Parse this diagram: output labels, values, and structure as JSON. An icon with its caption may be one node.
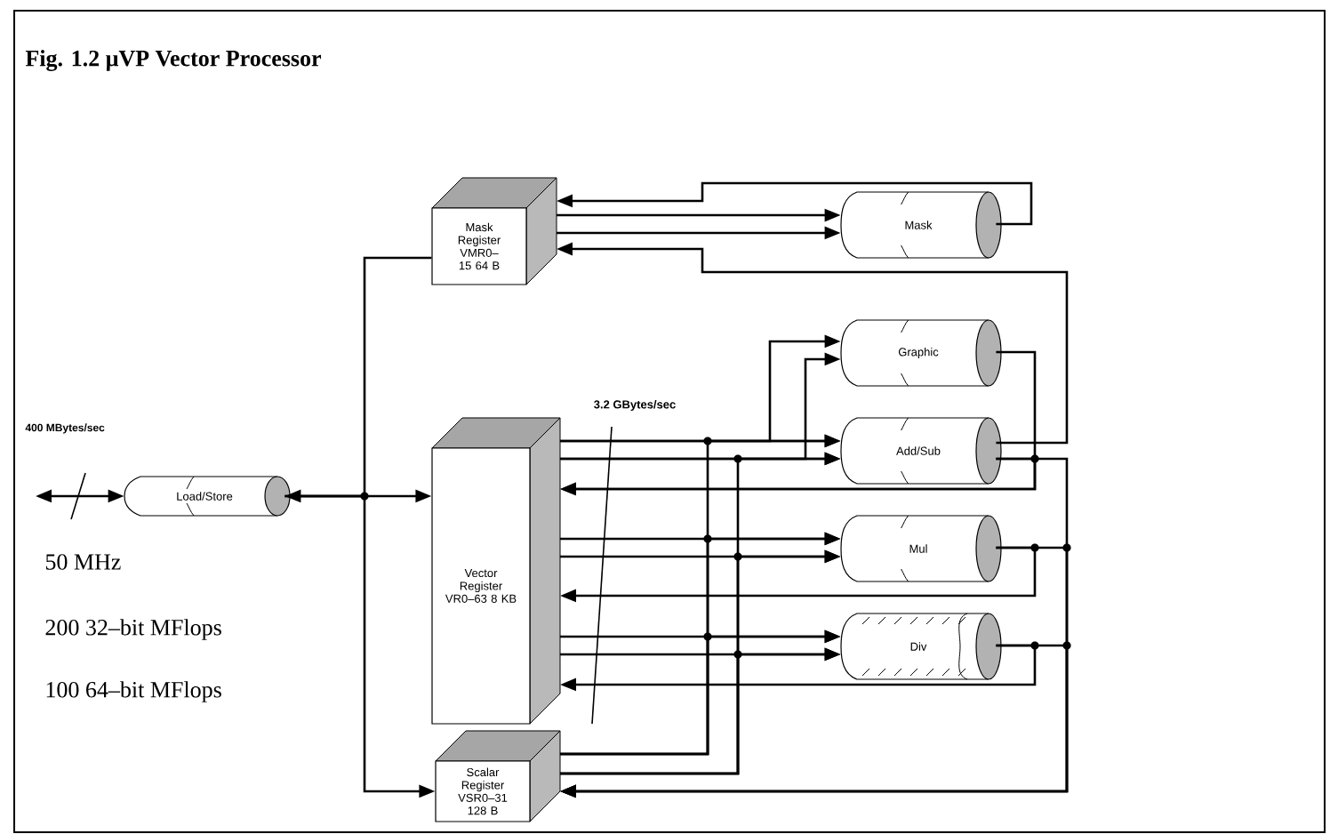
{
  "diagram": {
    "title": "Fig. 1.2 μVP Vector Processor",
    "nodes": [
      {
        "text": [
          "Mask Register VMR0–15 64 B"
        ]
      },
      {
        "text": [
          "Vector Register VR0–63 8 KB"
        ]
      },
      {
        "text": [
          "Scalar Register VSR0–31 128 B"
        ]
      },
      {
        "text": [
          "Load/Store"
        ]
      },
      {
        "text": [
          "Mask"
        ]
      },
      {
        "text": [
          "Graphic"
        ]
      },
      {
        "text": [
          "Add/Sub"
        ]
      },
      {
        "text": [
          "Mul"
        ]
      },
      {
        "text": [
          "Div"
        ]
      }
    ],
    "edges": [
      {
        "from": null,
        "to": 3,
        "arrow": "both"
      },
      {
        "from": 3,
        "to": 1,
        "arrow": "both"
      },
      {
        "from": 3,
        "to": 0,
        "arrow": "none"
      },
      {
        "from": 3,
        "to": 2,
        "arrow": "to"
      },
      {
        "from": 0,
        "to": 4,
        "arrow": "to"
      },
      {
        "from": 0,
        "to": 4,
        "arrow": "to"
      },
      {
        "from": 4,
        "to": 0,
        "arrow": "to"
      },
      {
        "from": 6,
        "to": 0,
        "arrow": "to"
      },
      {
        "from": 1,
        "to": 5,
        "arrow": "to"
      },
      {
        "from": 1,
        "to": 5,
        "arrow": "to"
      },
      {
        "from": 1,
        "to": 6,
        "arrow": "to"
      },
      {
        "from": 1,
        "to": 6,
        "arrow": "to"
      },
      {
        "from": 1,
        "to": 7,
        "arrow": "to"
      },
      {
        "from": 1,
        "to": 7,
        "arrow": "to"
      },
      {
        "from": 1,
        "to": 8,
        "arrow": "to"
      },
      {
        "from": 1,
        "to": 8,
        "arrow": "to"
      },
      {
        "from": 5,
        "to": 1,
        "arrow": "to"
      },
      {
        "from": 6,
        "to": 1,
        "arrow": "to"
      },
      {
        "from": 7,
        "to": 1,
        "arrow": "to"
      },
      {
        "from": 8,
        "to": 1,
        "arrow": "to"
      },
      {
        "from": 6,
        "to": 2,
        "arrow": "to"
      },
      {
        "from": 7,
        "to": 2,
        "arrow": "to"
      },
      {
        "from": 8,
        "to": 2,
        "arrow": "to"
      },
      {
        "from": 2,
        "to": 6,
        "arrow": "to"
      },
      {
        "from": 2,
        "to": 7,
        "arrow": "to"
      },
      {
        "from": 2,
        "to": 8,
        "arrow": "to"
      },
      {
        "from": 2,
        "to": 6,
        "arrow": "to"
      },
      {
        "from": 2,
        "to": 7,
        "arrow": "to"
      },
      {
        "from": 2,
        "to": 8,
        "arrow": "to"
      }
    ],
    "labels": [
      "400 MBytes/sec",
      "3.2 GBytes/sec",
      "50 MHz",
      "200 32–bit MFlops",
      "100 64–bit MFlops"
    ]
  }
}
